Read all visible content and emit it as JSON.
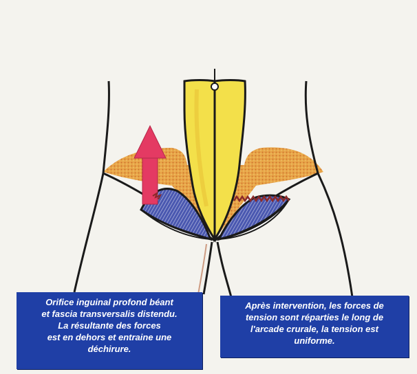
{
  "captions": {
    "left": {
      "lines": [
        "Orifice inguinal profond béant",
        "et fascia transversalis distendu.",
        "La résultante des forces",
        "est en dehors et entraine une",
        "déchirure."
      ]
    },
    "right": {
      "lines": [
        "Après intervention, les forces de",
        "tension sont réparties le long de",
        "l'arcade crurale, la tension est",
        "uniforme."
      ]
    }
  },
  "colors": {
    "background": "#f4f3ee",
    "caption_box": "#1f3fa6",
    "caption_text": "#ffffff",
    "orange_zone": "#e8a548",
    "yellow_muscle": "#f3e04a",
    "blue_orifice": "#4a58b0",
    "force_arrow": "#e43a63",
    "tear": "#8a2a2a",
    "outline": "#1a1a1a"
  },
  "icons": {
    "force_arrow": "up-arrow-icon"
  }
}
